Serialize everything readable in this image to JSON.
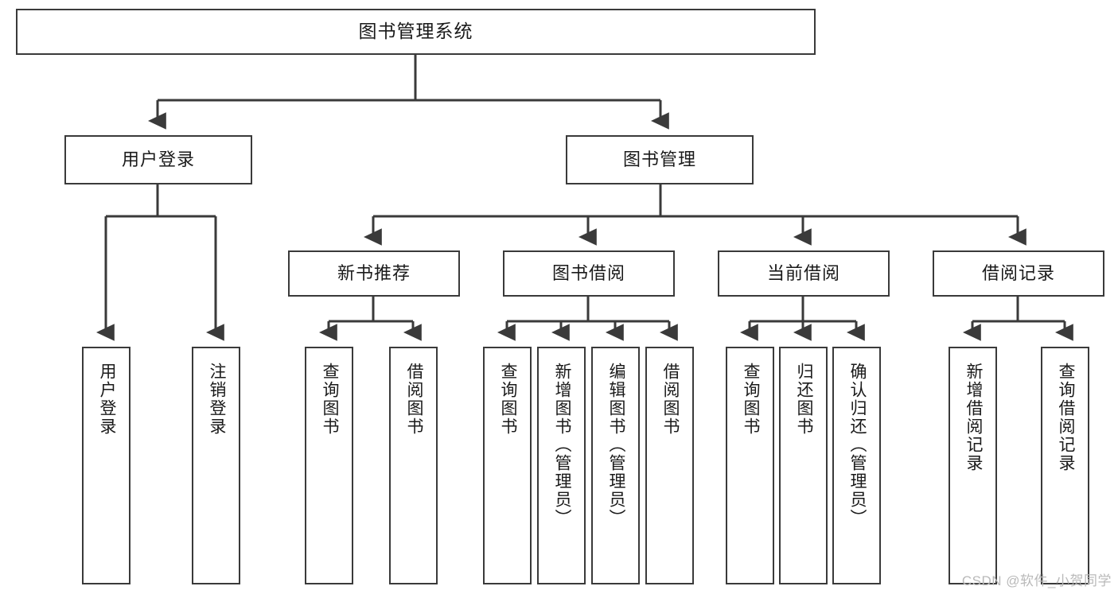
{
  "diagram": {
    "title": "图书管理系统",
    "type": "功能结构图",
    "watermark": "CSDN @软件_小贺同学",
    "colors": {
      "box_border": "#3a3a3a",
      "box_fill": "#ffffff",
      "edge": "#3a3a3a",
      "text": "#1a1a1a",
      "watermark": "#b9b9b9",
      "background": "#ffffff"
    },
    "nodes": {
      "root": {
        "label": "图书管理系统"
      },
      "level2": [
        {
          "id": "user-login",
          "label": "用户登录"
        },
        {
          "id": "book-management",
          "label": "图书管理"
        }
      ],
      "level3": [
        {
          "id": "new-book-recommend",
          "label": "新书推荐"
        },
        {
          "id": "book-borrow",
          "label": "图书借阅"
        },
        {
          "id": "current-borrow",
          "label": "当前借阅"
        },
        {
          "id": "borrow-record",
          "label": "借阅记录"
        }
      ],
      "leaves": {
        "user_login": [
          {
            "id": "leaf-user-login",
            "label": "用户登录"
          },
          {
            "id": "leaf-logout-login",
            "label": "注销登录"
          }
        ],
        "new_book_recommend": [
          {
            "id": "leaf-query-book-1",
            "label": "查询图书"
          },
          {
            "id": "leaf-borrow-book-1",
            "label": "借阅图书"
          }
        ],
        "book_borrow": [
          {
            "id": "leaf-query-book-2",
            "label": "查询图书"
          },
          {
            "id": "leaf-add-book",
            "label": "新增图书（管理员）"
          },
          {
            "id": "leaf-edit-book",
            "label": "编辑图书（管理员）"
          },
          {
            "id": "leaf-borrow-book-2",
            "label": "借阅图书"
          }
        ],
        "current_borrow": [
          {
            "id": "leaf-query-book-3",
            "label": "查询图书"
          },
          {
            "id": "leaf-return-book",
            "label": "归还图书"
          },
          {
            "id": "leaf-confirm-return",
            "label": "确认归还（管理员）"
          }
        ],
        "borrow_record": [
          {
            "id": "leaf-add-record",
            "label": "新增借阅记录"
          },
          {
            "id": "leaf-query-record",
            "label": "查询借阅记录"
          }
        ]
      }
    }
  }
}
